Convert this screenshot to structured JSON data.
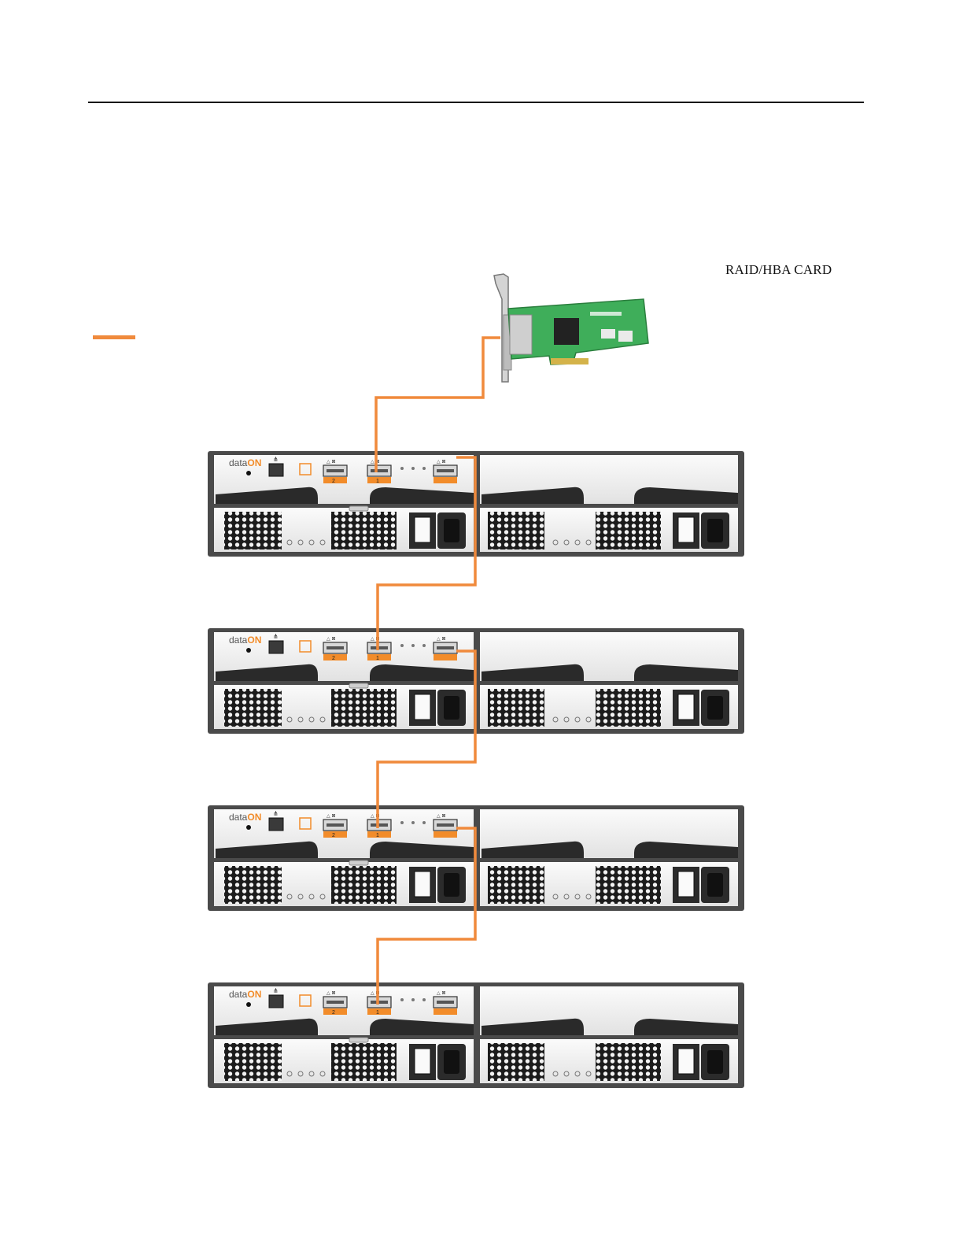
{
  "header": {
    "has_rule": true
  },
  "card": {
    "label": "RAID/HBA CARD"
  },
  "legend": {
    "color": "#f08a3c"
  },
  "enclosure": {
    "brand_prefix": "data",
    "brand_suffix": "ON",
    "port_labels": [
      "2",
      "1",
      ""
    ],
    "count": 4
  },
  "colors": {
    "cable": "#f08a3c",
    "port_tag": "#f28c2a",
    "pcb": "#3fae5a",
    "chassis": "#4a4a4a"
  }
}
